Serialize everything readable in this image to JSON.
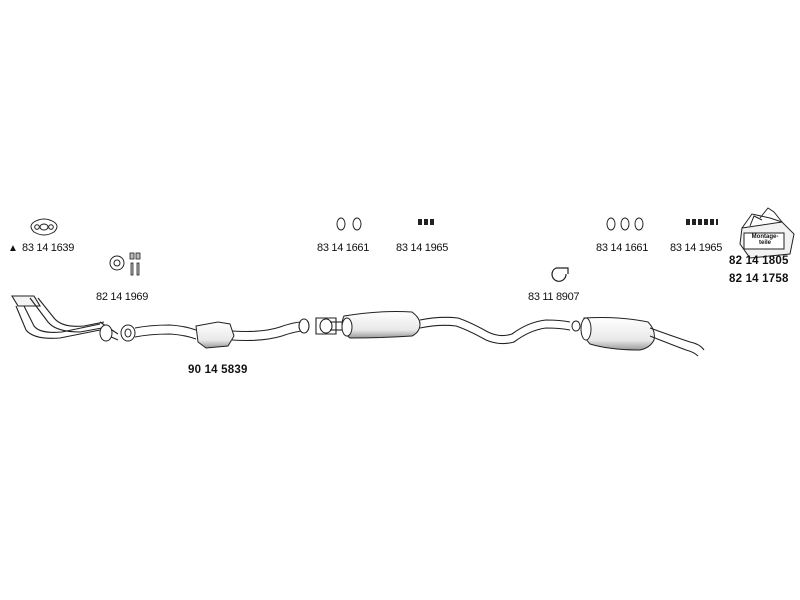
{
  "labels": {
    "gasket_front": "83 14 1639",
    "clamp_set_1": "83 14 1661",
    "bolt_set_1": "83 14 1965",
    "clamp_set_2": "83 14 1661",
    "bolt_set_2": "83 14 1965",
    "rubber_mount": "82 14 1969",
    "clamp_ring": "83 11 8907",
    "exhaust_system": "90 14 5839",
    "kit_1": "82 14 1805",
    "kit_2": "82 14 1758",
    "kit_box_text": "Montage-teile"
  },
  "icons": {
    "warning": "warning-triangle-icon"
  },
  "colors": {
    "line": "#222222",
    "fill": "#ffffff",
    "shade": "#bfbfbf"
  }
}
